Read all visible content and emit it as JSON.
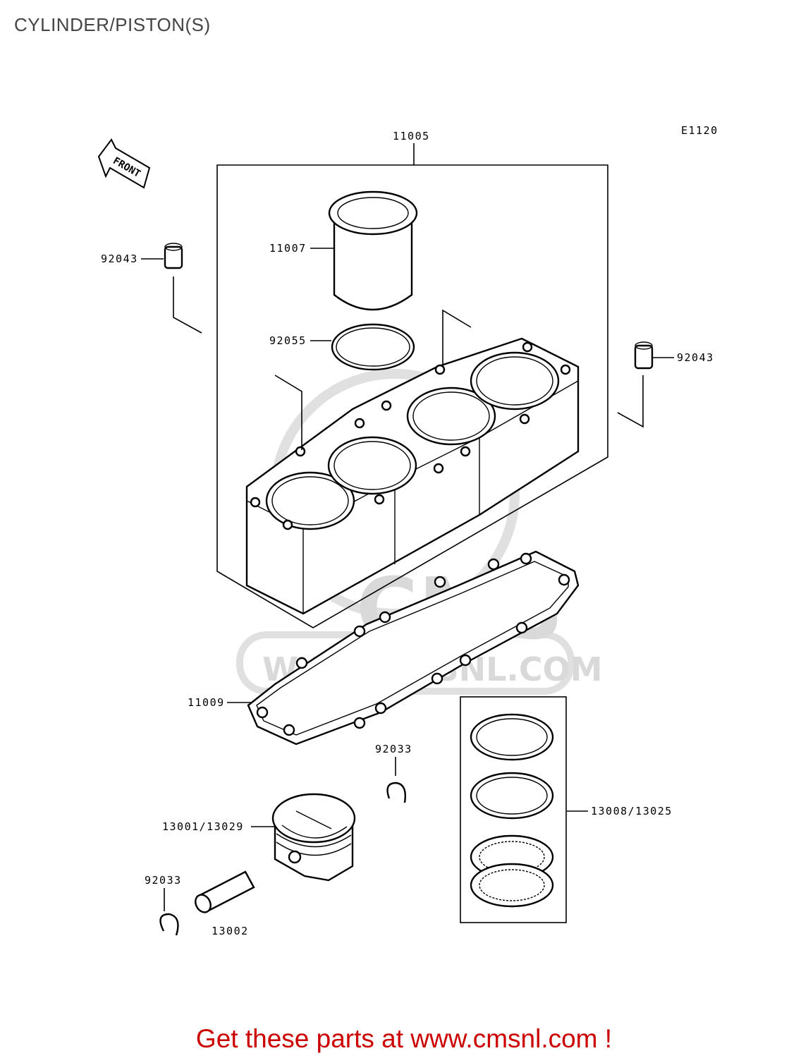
{
  "title": "CYLINDER/PISTON(S)",
  "diagram_code": "E1120",
  "front_arrow_label": "FRONT",
  "watermark": {
    "brand": "CMS",
    "url": "WWW.CMSNL.COM"
  },
  "parts": {
    "cylinder_block": "11005",
    "cylinder_sleeve": "11007",
    "o_ring": "92055",
    "dowel_pin_left": "92043",
    "dowel_pin_right": "92043",
    "base_gasket": "11009",
    "circlip_upper": "92033",
    "piston": "13001/13029",
    "circlip_lower": "92033",
    "piston_pin": "13002",
    "piston_ring_set": "13008/13025"
  },
  "promo_text": "Get these parts at www.cmsnl.com !",
  "colors": {
    "promo": "#cc0000",
    "title": "#444444",
    "watermark": "#d9d9d9"
  }
}
